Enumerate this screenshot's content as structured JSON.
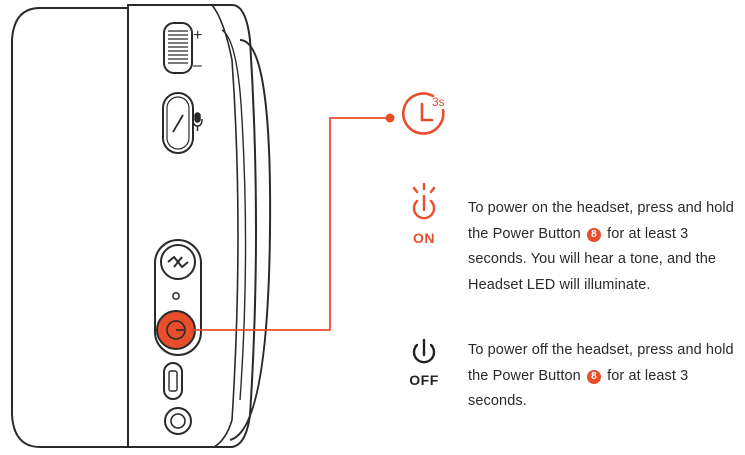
{
  "timer": {
    "label": "3s"
  },
  "on_section": {
    "label": "ON",
    "text_before": "To power on the headset, press and hold the Power Button",
    "badge": "8",
    "text_after": "for at least 3 seconds. You will hear a tone, and the Headset LED will illuminate.",
    "color": "#e84e2c"
  },
  "off_section": {
    "label": "OFF",
    "text_before": "To power off the headset, press and hold the Power Button",
    "badge": "8",
    "text_after": "for at least 3 seconds.",
    "color": "#222222"
  },
  "volume": {
    "plus": "+",
    "minus": "–"
  },
  "accent_color": "#e84e2c"
}
